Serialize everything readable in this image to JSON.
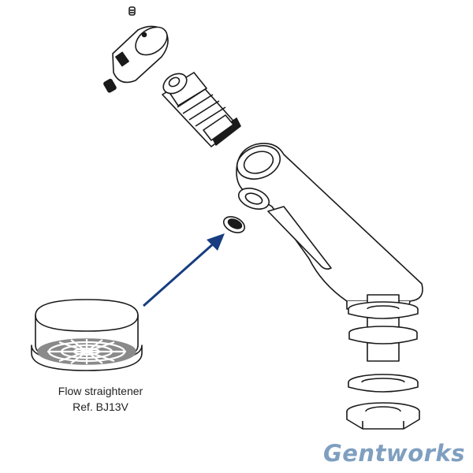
{
  "part": {
    "name": "Flow straightener",
    "reference": "Ref. BJ13V"
  },
  "brand": {
    "logo_text": "Gentworks",
    "logo_color": "#7f9fc0"
  },
  "colors": {
    "arrow": "#173d80",
    "line": "#1a1a1a",
    "mesh": "#8a8a8a"
  }
}
